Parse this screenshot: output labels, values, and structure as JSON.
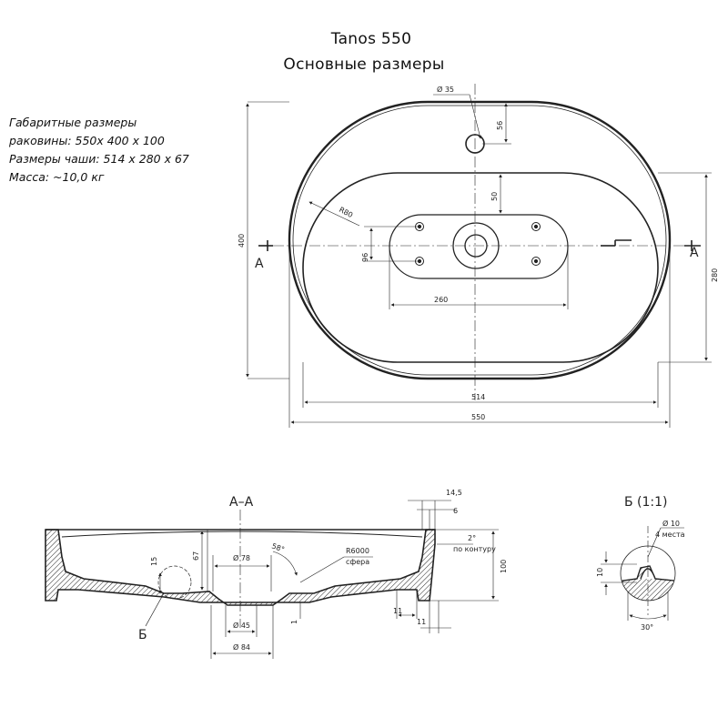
{
  "title": {
    "model": "Tanos 550",
    "subtitle": "Основные размеры"
  },
  "specs": [
    "Габаритные размеры",
    "раковины: 550х 400 х 100",
    "Размеры чаши: 514 х 280 х 67",
    "Масса: ~10,0 кг"
  ],
  "top_view": {
    "dims": {
      "hole_dia": "Ø 35",
      "hole_offset": "56",
      "bowl_offset": "50",
      "radius": "R80",
      "height": "400",
      "bowl_height": "280",
      "plate_height": "96",
      "plate_width": "260",
      "bowl_width": "514",
      "width": "550"
    },
    "section_mark_left": "A",
    "section_mark_right": "A"
  },
  "section_view": {
    "label": "А–А",
    "dims": {
      "d1": "14,5",
      "d2": "6",
      "angle": "2°",
      "angle_note": "по контуру",
      "radius": "R6000",
      "radius_note": "сфера",
      "height": "100",
      "bowl_depth": "67",
      "rim": "15",
      "angle2": "58°",
      "dia78": "Ø 78",
      "dia45": "Ø 45",
      "dia84": "Ø 84",
      "base": "1",
      "w11a": "11",
      "w11b": "11"
    },
    "detail_callout": "Б"
  },
  "detail_view": {
    "label": "Б (1:1)",
    "dia": "Ø 10",
    "note": "4 места",
    "height": "10",
    "angle": "30°"
  }
}
